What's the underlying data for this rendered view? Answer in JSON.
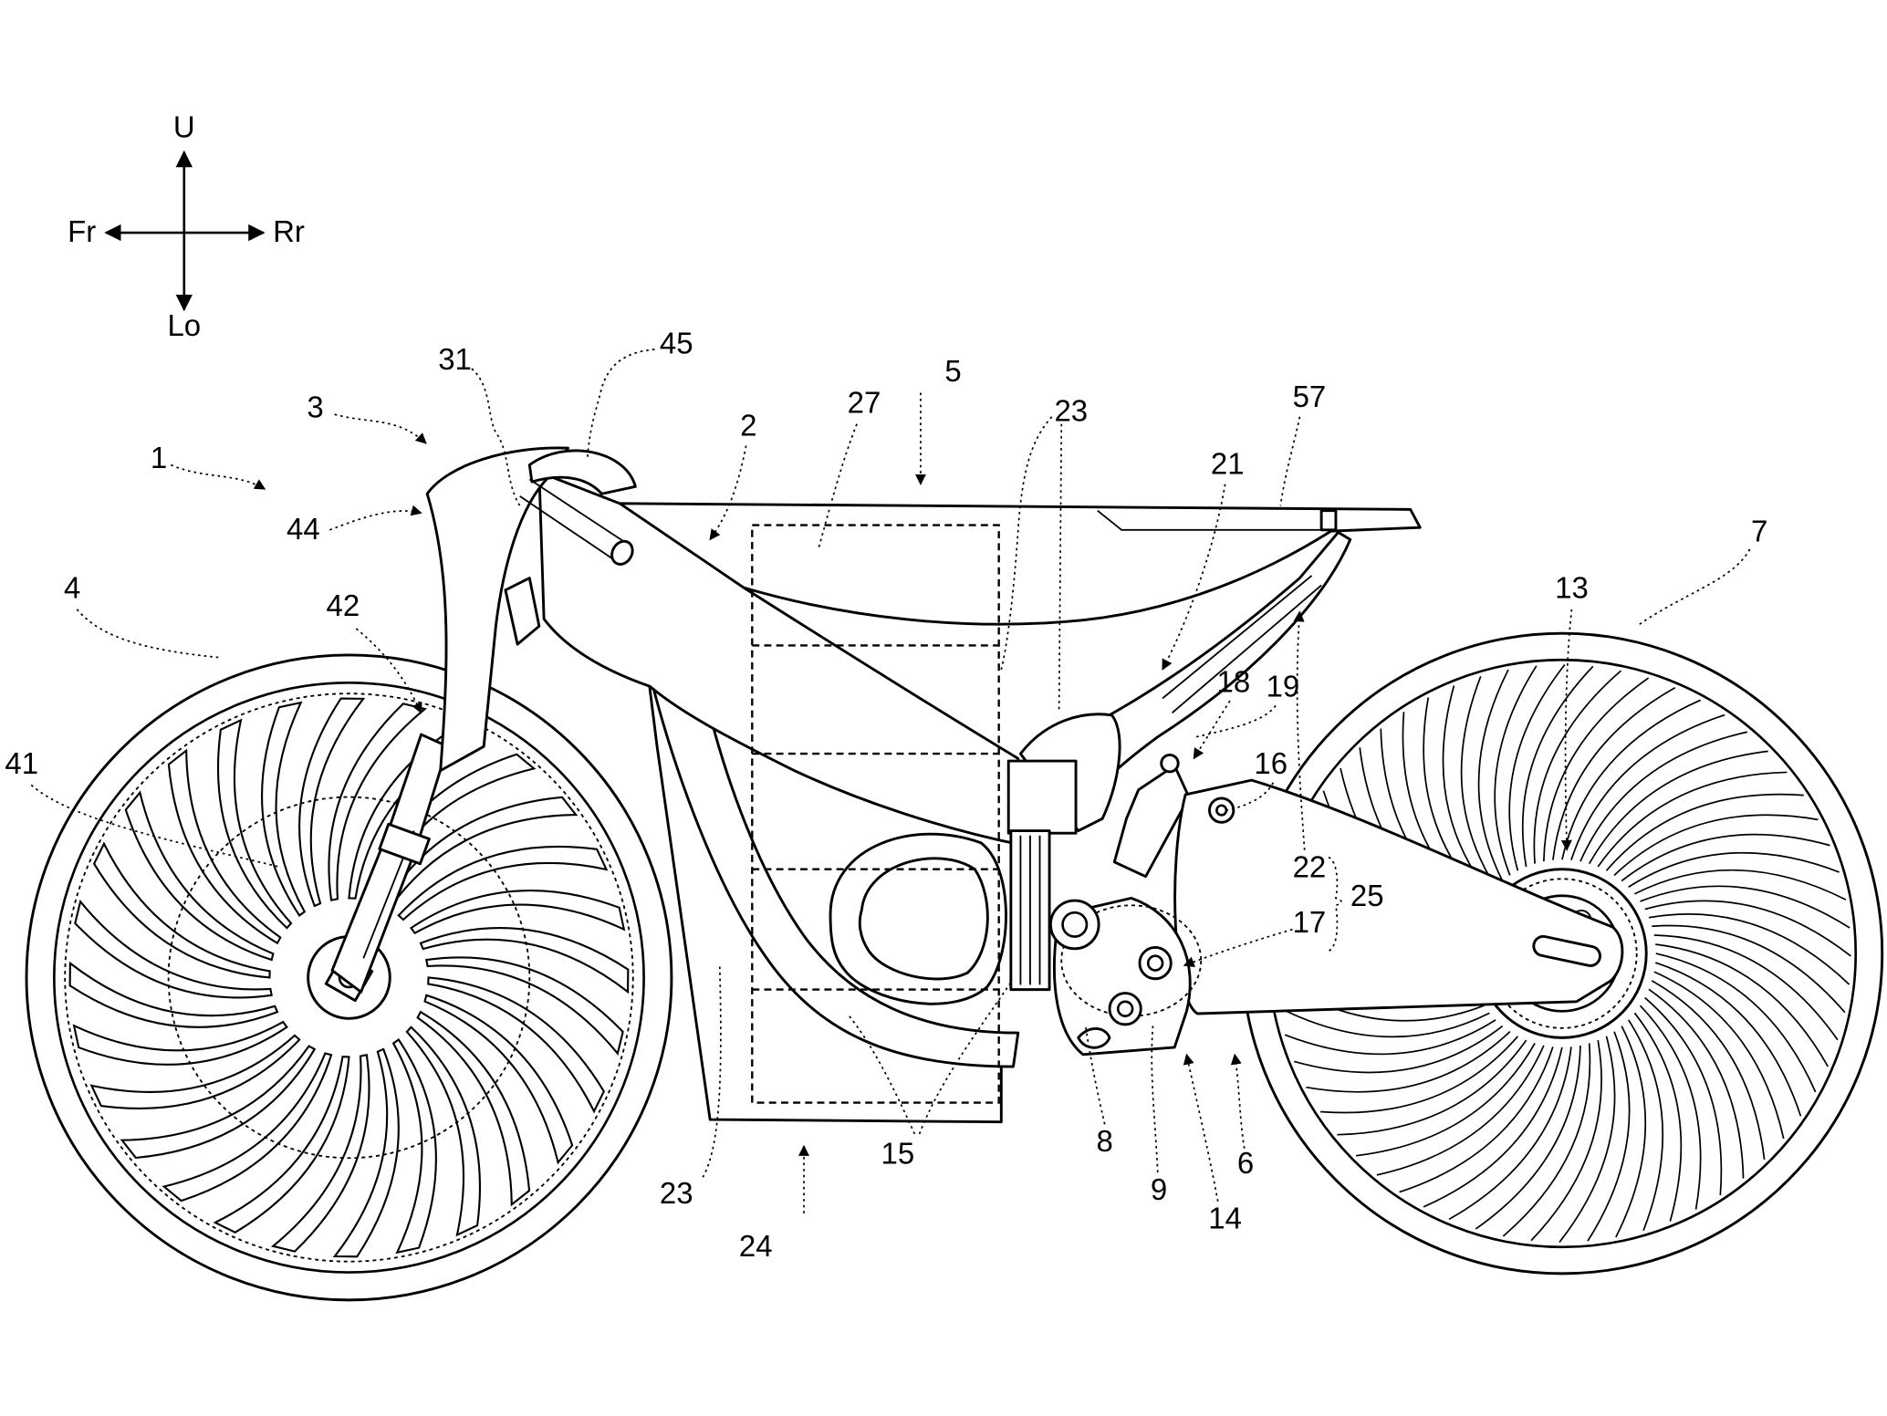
{
  "direction_indicator": {
    "up": "U",
    "front": "Fr",
    "rear": "Rr",
    "low": "Lo"
  },
  "reference_numerals": [
    "1",
    "3",
    "44",
    "31",
    "45",
    "2",
    "27",
    "5",
    "23",
    "57",
    "21",
    "7",
    "4",
    "42",
    "41",
    "13",
    "18",
    "19",
    "16",
    "22",
    "25",
    "17",
    "15",
    "8",
    "9",
    "14",
    "6",
    "23",
    "24"
  ],
  "colors": {
    "line": "#000000",
    "background": "#ffffff"
  }
}
